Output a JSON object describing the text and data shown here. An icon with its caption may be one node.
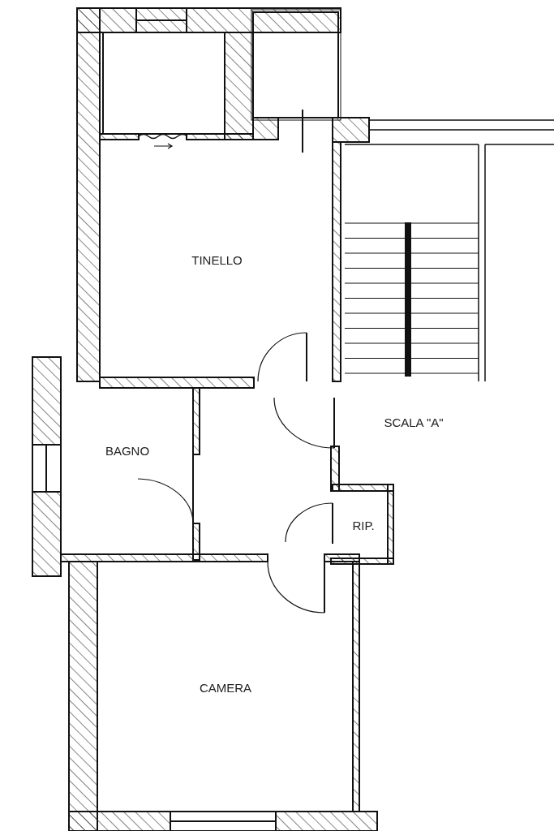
{
  "diagram": {
    "nodes": [
      {
        "text": [
          "TINELLO"
        ]
      },
      {
        "text": [
          "SCALA \"A\""
        ]
      },
      {
        "text": [
          "BAGNO"
        ]
      },
      {
        "text": [
          "RIP."
        ]
      },
      {
        "text": [
          "CAMERA"
        ]
      }
    ]
  }
}
